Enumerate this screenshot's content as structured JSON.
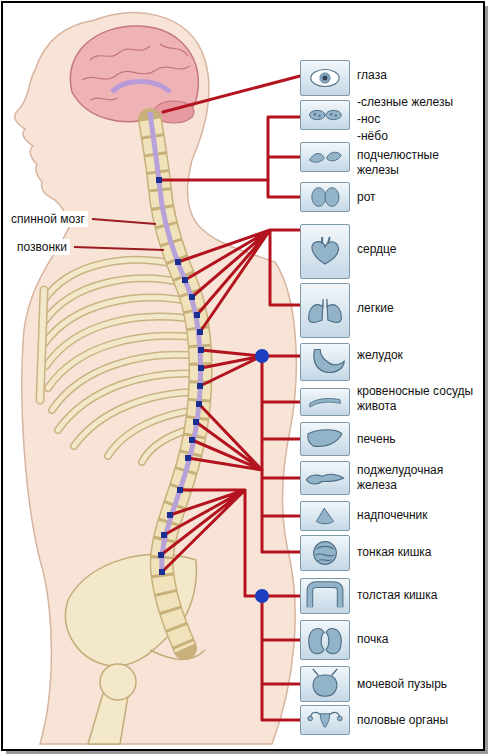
{
  "diagram": {
    "nodes": [
      {
        "text": [
          "глаза"
        ]
      },
      {
        "text": [
          "-слезные железы",
          "-нос",
          "-нёбо"
        ]
      },
      {
        "text": [
          "подчелюстные железы"
        ]
      },
      {
        "text": [
          "рот"
        ]
      },
      {
        "text": [
          "сердце"
        ]
      },
      {
        "text": [
          "легкие"
        ]
      },
      {
        "text": [
          "желудок"
        ]
      },
      {
        "text": [
          "кровеносные сосуды живота"
        ]
      },
      {
        "text": [
          "печень"
        ]
      },
      {
        "text": [
          "поджелудочная железа"
        ]
      },
      {
        "text": [
          "надпочечник"
        ]
      },
      {
        "text": [
          "тонкая кишка"
        ]
      },
      {
        "text": [
          "толстая кишка"
        ]
      },
      {
        "text": [
          "почка"
        ]
      },
      {
        "text": [
          "мочевой пузырь"
        ]
      },
      {
        "text": [
          "половые органы"
        ]
      }
    ],
    "labels": [
      "спинной мозг",
      "позвонки"
    ]
  }
}
